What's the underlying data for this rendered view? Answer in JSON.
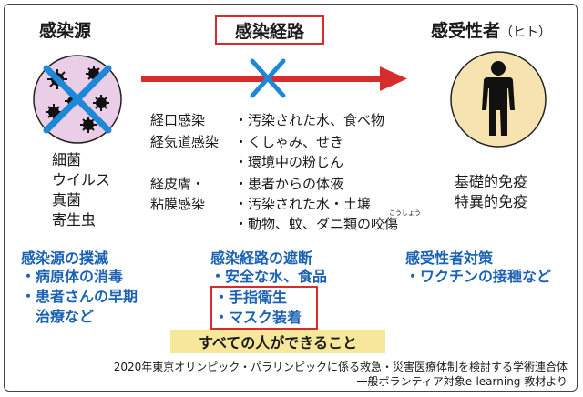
{
  "source": {
    "title": "感染源",
    "items": [
      "細菌",
      "ウイルス",
      "真菌",
      "寄生虫"
    ]
  },
  "route": {
    "title": "感染経路",
    "groups": [
      {
        "label": [
          "経口感染"
        ],
        "items": [
          "・汚染された水、食べ物"
        ]
      },
      {
        "label": [
          "経気道感染"
        ],
        "items": [
          "・くしゃみ、せき",
          "・環境中の粉じん"
        ]
      },
      {
        "label": [
          "経皮膚・",
          "粘膜感染"
        ],
        "items": [
          "・患者からの体液",
          "・汚染された水・土壌",
          "・動物、蚊、ダニ類の咬傷"
        ]
      }
    ],
    "ruby": [
      "こうしょう"
    ]
  },
  "host": {
    "title": "感受性者",
    "title_suffix": "（ヒト）",
    "items": [
      "基礎的免疫",
      "特異的免疫"
    ]
  },
  "measures": {
    "source": {
      "title": "感染源の撲滅",
      "items": [
        "・病原体の消毒",
        "・患者さんの早期",
        "　治療など"
      ]
    },
    "route": {
      "title": "感染経路の遮断",
      "items": [
        "・安全な水、食品"
      ],
      "boxed_items": [
        "・手指衛生",
        "・マスク装着"
      ]
    },
    "host": {
      "title": "感受性者対策",
      "items": [
        "・ワクチンの接種など"
      ]
    }
  },
  "everyone": "すべての人ができること",
  "footer": [
    "2020年東京オリンピック・パラリンピックに係る救急・災害医療体制を検討する学術連合体",
    "一般ボランティア対象e-learning 教材より"
  ],
  "colors": {
    "accent_red": "#d82c2c",
    "accent_blue": "#1b62b5",
    "cross": "#1e88d8",
    "highlight": "#f7e79a",
    "germ_bg": "#eacde7",
    "host_bg": "#f6e3b0"
  }
}
